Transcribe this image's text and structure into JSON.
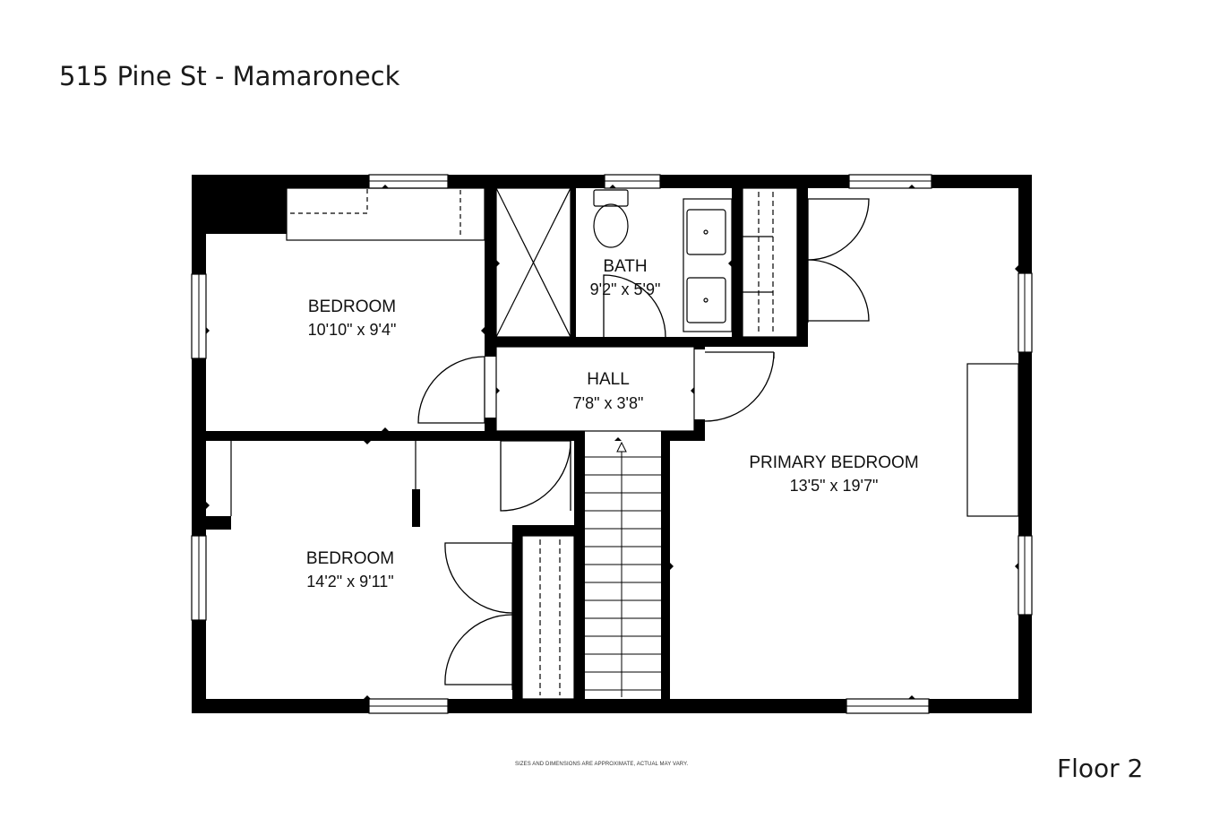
{
  "header": {
    "address": "515 Pine St - Mamaroneck"
  },
  "floor_label": "Floor 2",
  "disclaimer": "SIZES AND DIMENSIONS ARE APPROXIMATE, ACTUAL MAY VARY.",
  "rooms": [
    {
      "name": "BEDROOM",
      "dimensions": "10'10\" x 9'4\""
    },
    {
      "name": "BATH",
      "dimensions": "9'2\" x 5'9\""
    },
    {
      "name": "HALL",
      "dimensions": "7'8\" x 3'8\""
    },
    {
      "name": "PRIMARY BEDROOM",
      "dimensions": "13'5\" x 19'7\""
    },
    {
      "name": "BEDROOM",
      "dimensions": "14'2\" x 9'11\""
    }
  ],
  "colors": {
    "wall": "#000000",
    "background": "#ffffff",
    "fixture_line": "#000000"
  }
}
